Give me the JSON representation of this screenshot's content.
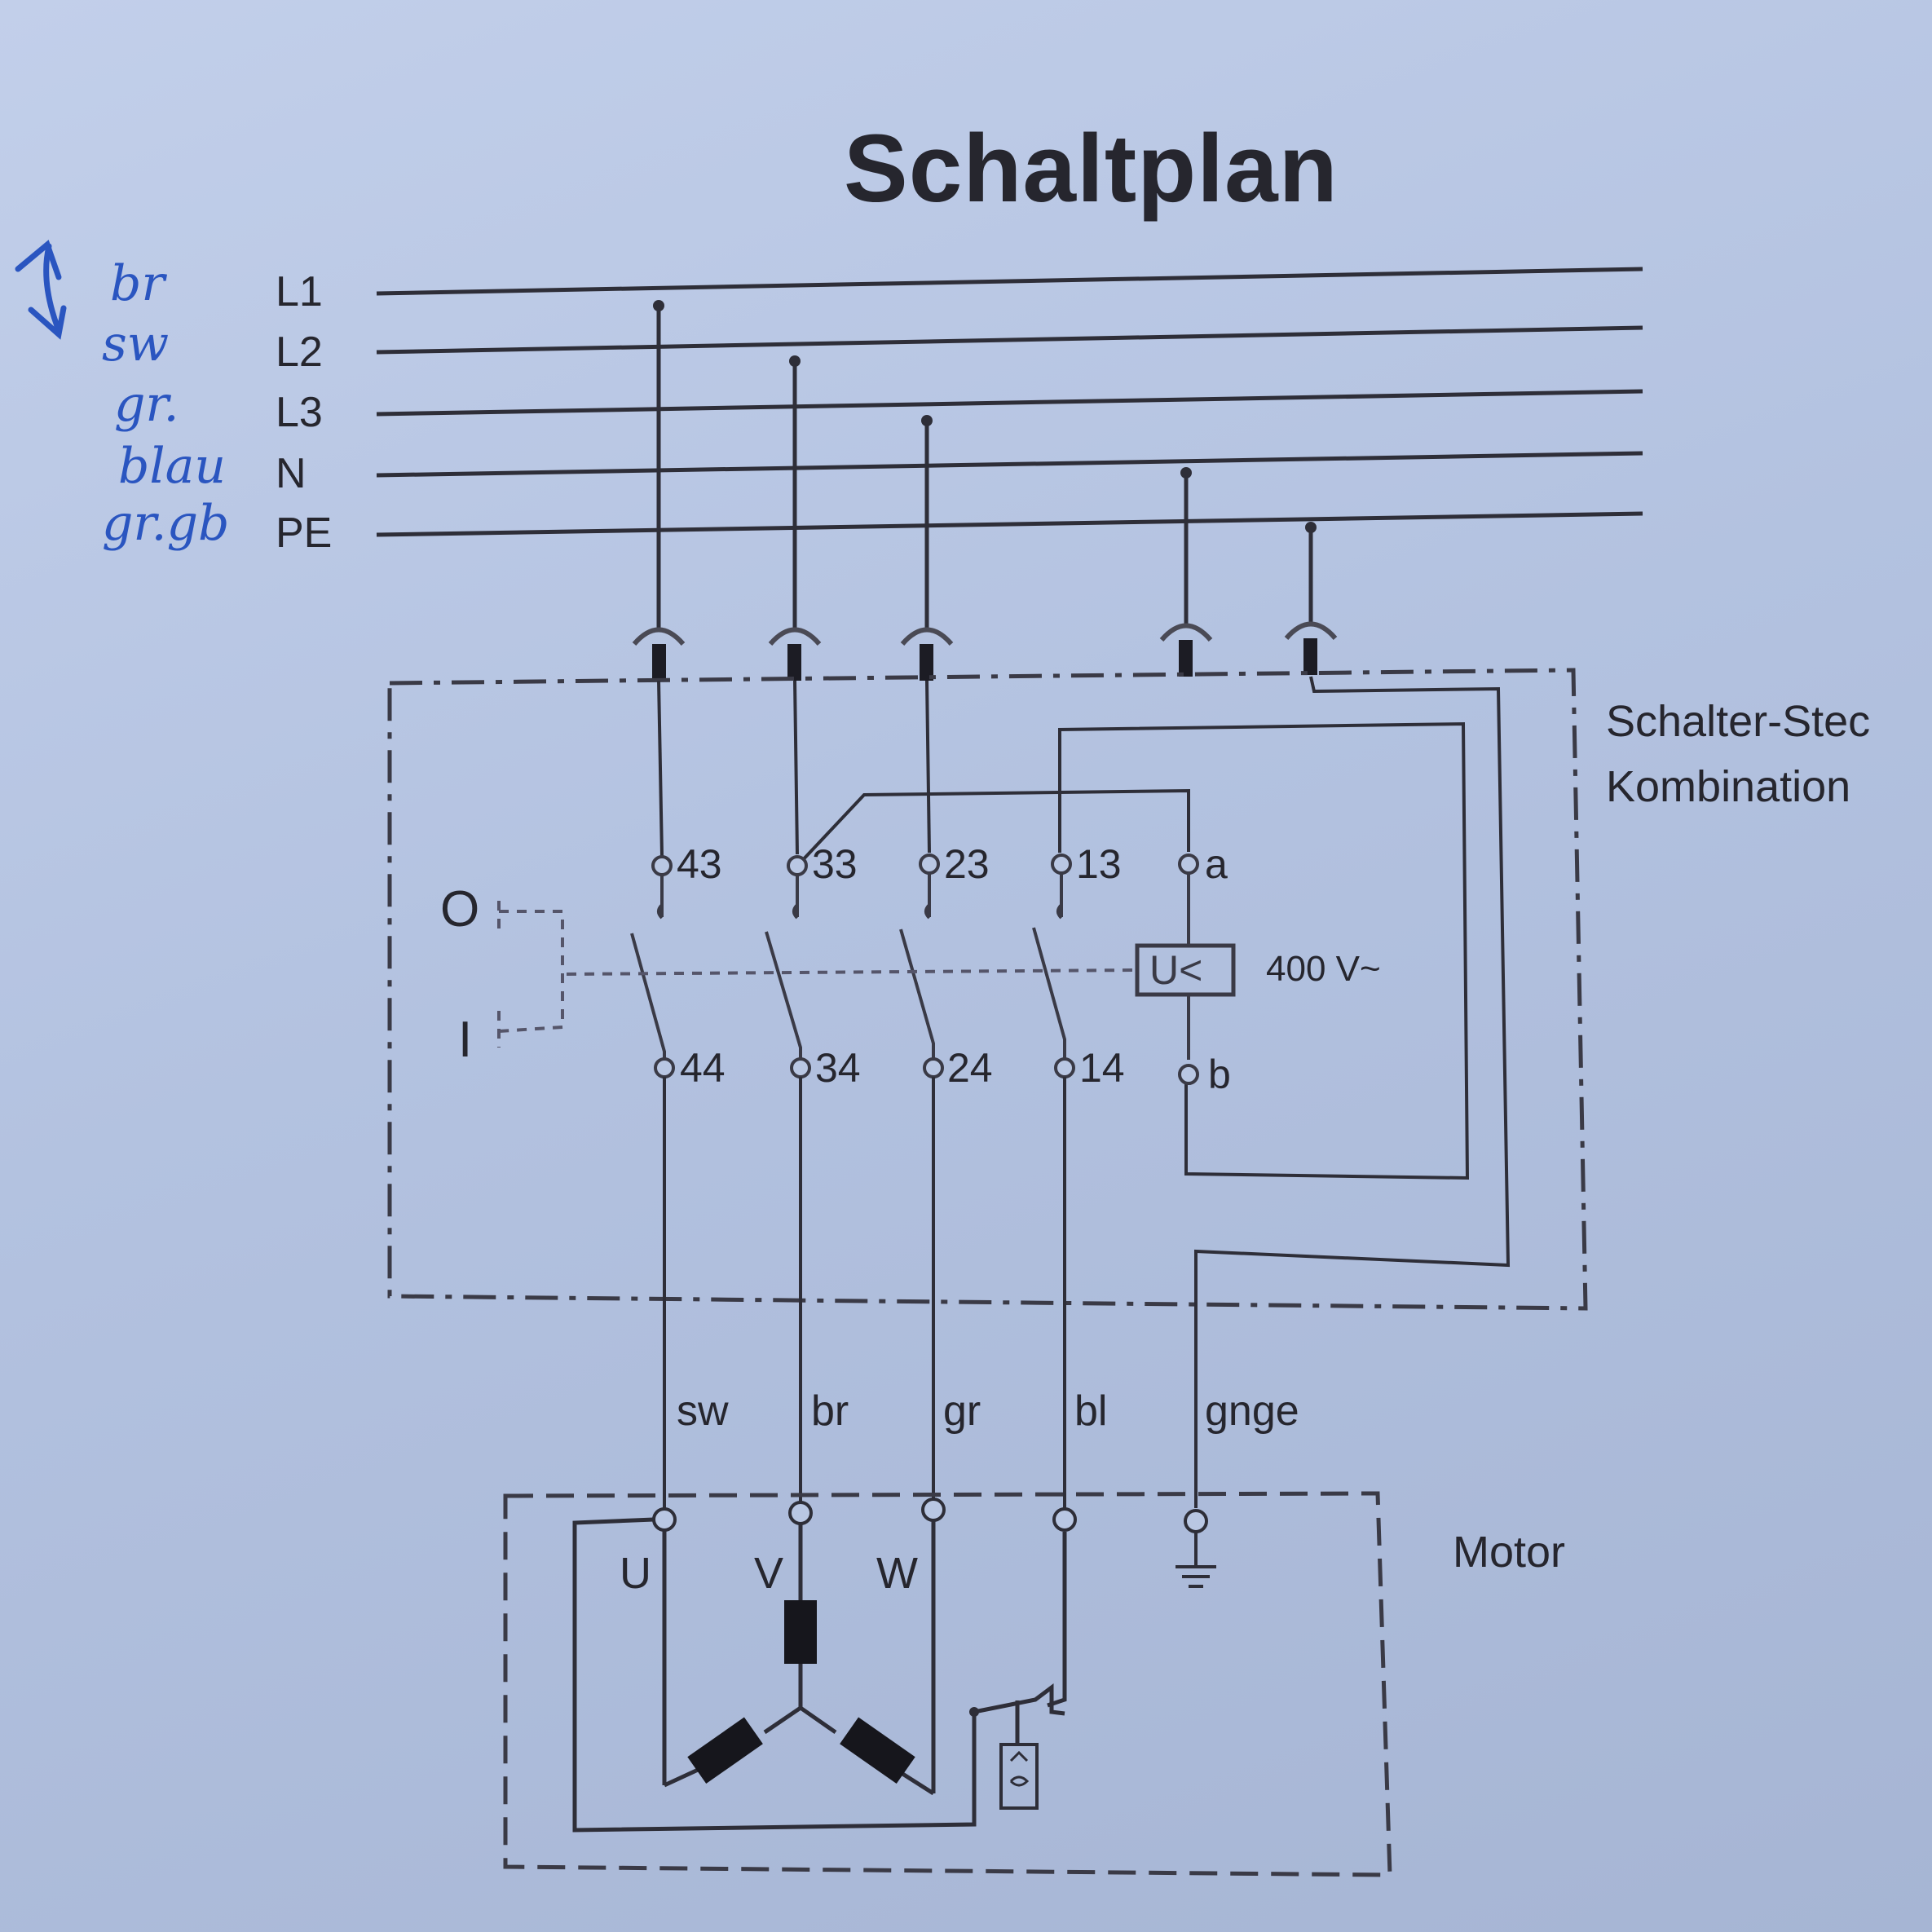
{
  "title": "Schaltplan",
  "bus_lines": [
    {
      "id": "L1",
      "label": "L1",
      "handwritten_color": "br"
    },
    {
      "id": "L2",
      "label": "L2",
      "handwritten_color": "sw"
    },
    {
      "id": "L3",
      "label": "L3",
      "handwritten_color": "gr."
    },
    {
      "id": "N",
      "label": "N",
      "handwritten_color": "blau"
    },
    {
      "id": "PE",
      "label": "PE",
      "handwritten_color": "gr.gb"
    }
  ],
  "handwritten_annotation": {
    "arrow": "swap L1/L2 arrow",
    "color": "#2a55c0"
  },
  "switch_block": {
    "label_line1": "Schalter-Stec",
    "label_line2": "Kombination",
    "position_off": "O",
    "position_on": "I",
    "top_terminals": [
      "43",
      "33",
      "23",
      "13",
      "a"
    ],
    "bottom_terminals": [
      "44",
      "34",
      "24",
      "14",
      "b"
    ],
    "undervoltage_relay": "U<",
    "relay_voltage": "400 V~"
  },
  "wire_colors": [
    "sw",
    "br",
    "gr",
    "bl",
    "gnge"
  ],
  "motor": {
    "label": "Motor",
    "terminals": [
      "U",
      "V",
      "W"
    ],
    "ground_symbol": "earth-ground"
  },
  "colors": {
    "paper": "#b4c3e0",
    "ink": "#26262e",
    "handwriting": "#2a55c0"
  }
}
